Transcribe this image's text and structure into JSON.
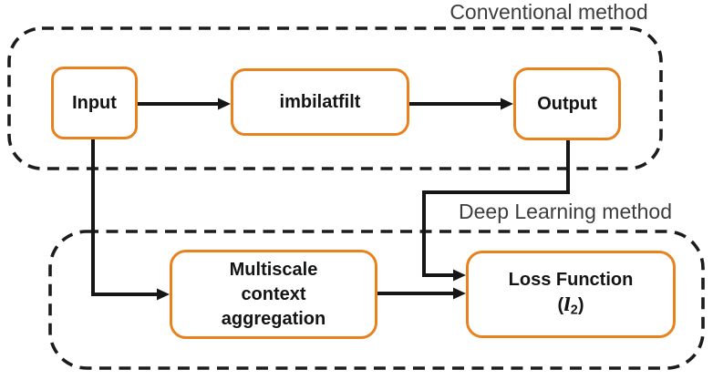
{
  "groups": {
    "conventional": {
      "label": "Conventional method"
    },
    "deep_learning": {
      "label": "Deep Learning method"
    }
  },
  "nodes": {
    "input": {
      "label": "Input"
    },
    "imbilatfilt": {
      "label": "imbilatfilt"
    },
    "output": {
      "label": "Output"
    },
    "multiscale": {
      "lines": [
        "Multiscale",
        "context",
        "aggregation"
      ]
    },
    "loss": {
      "title": "Loss Function",
      "math": {
        "open": "(",
        "var": "l",
        "sub": "2",
        "close": ")"
      }
    }
  },
  "edges": [
    {
      "from": "input",
      "to": "imbilatfilt"
    },
    {
      "from": "imbilatfilt",
      "to": "output"
    },
    {
      "from": "input",
      "to": "multiscale"
    },
    {
      "from": "output",
      "to": "loss"
    },
    {
      "from": "multiscale",
      "to": "loss"
    }
  ],
  "colors": {
    "node_border": "#E8821E",
    "connector": "#161616",
    "dashed_border": "#1c1c1c",
    "node_text": "#141414",
    "group_label_text": "#3d3d3d"
  }
}
